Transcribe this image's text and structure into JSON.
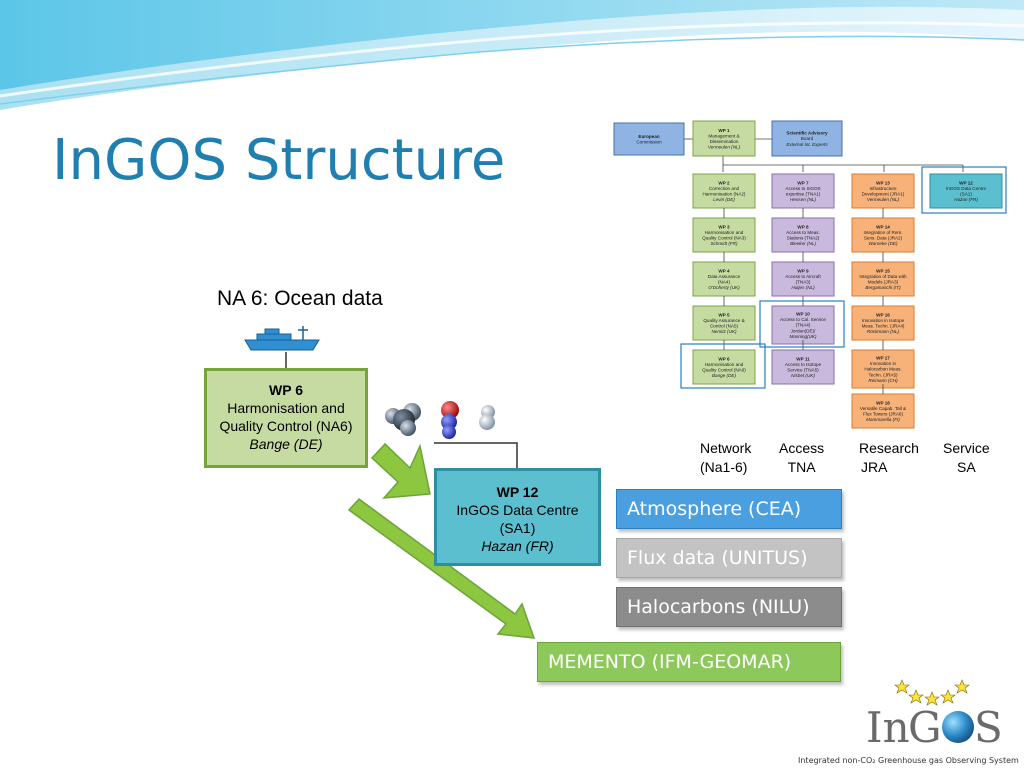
{
  "slide": {
    "title": "InGOS Structure",
    "na_label": "NA 6: Ocean data"
  },
  "wp6": {
    "line1": "WP 6",
    "line2": "Harmonisation and",
    "line3": "Quality Control (NA6)",
    "line4": "Bange (DE)"
  },
  "wp12": {
    "line1": "WP 12",
    "line2": "InGOS Data Centre",
    "line3": "(SA1)",
    "line4": "Hazan (FR)"
  },
  "data_tags": [
    {
      "label": "Atmosphere (CEA)",
      "color": "#4a9fe0"
    },
    {
      "label": "Flux data (UNITUS)",
      "color": "#c3c3c3"
    },
    {
      "label": "Halocarbons (NILU)",
      "color": "#8c8c8c"
    },
    {
      "label": "MEMENTO (IFM-GEOMAR)",
      "color": "#8dc85a"
    }
  ],
  "org_chart": {
    "top": [
      {
        "id": "ec",
        "lines": [
          "European",
          "Commission"
        ]
      },
      {
        "id": "wp1",
        "lines": [
          "WP 1",
          "Management &",
          "Dissemination",
          "Vermeulen (NL)"
        ]
      },
      {
        "id": "sab",
        "lines": [
          "Scientific Advisory",
          "Board",
          "External Int. Experts"
        ]
      }
    ],
    "columns": [
      {
        "header": [
          "Network",
          "(Na1-6)"
        ],
        "color": "#c6dba2",
        "stroke": "#7aa544",
        "boxes": [
          [
            "WP 2",
            "Correction and",
            "Harmonisation (NA2)",
            "Levin (DE)"
          ],
          [
            "WP 3",
            "Harmonisation and",
            "Quality Control (NA3)",
            "Schmidt (FR)"
          ],
          [
            "WP 4",
            "Data Assurance",
            "(NA4)",
            "O'Doherty (UK)"
          ],
          [
            "WP 5",
            "Quality Assurance &",
            "Control (NA5)",
            "Nemitz (UK)"
          ],
          [
            "WP 6",
            "Harmonisation and",
            "Quality Control (NA6)",
            "Bange (DE)"
          ]
        ]
      },
      {
        "header": [
          "Access",
          "TNA"
        ],
        "color": "#c9b9dc",
        "stroke": "#8a6fae",
        "boxes": [
          [
            "WP 7",
            "Access to InGOS",
            "expertise (TNA1)",
            "Hensen (NL)"
          ],
          [
            "WP 8",
            "Access to Meas.",
            "Stations (TNA2)",
            "Bleeker (NL)"
          ],
          [
            "WP 9",
            "Access to Aircraft",
            "(TNA3)",
            "Hutjes (NL)"
          ],
          [
            "WP 10",
            "Access to Cal. Service",
            "(TNA4)",
            "Jordan(DE)/",
            "Manning(UK)"
          ],
          [
            "WP 11",
            "Access to Isotope",
            "Service (TNA5)",
            "Nisbet (UK)"
          ]
        ]
      },
      {
        "header": [
          "Research",
          "JRA"
        ],
        "color": "#f7b27a",
        "stroke": "#e07a28",
        "boxes": [
          [
            "WP 13",
            "Infrastructure",
            "Development (JRA1)",
            "Vermeulen (NL)"
          ],
          [
            "WP 14",
            "Integration of Rem.",
            "Sens. Data (JRA2)",
            "Warneke (DE)"
          ],
          [
            "WP 15",
            "Integration of Data with",
            "Models (JRA3)",
            "Bergamaschi (IT)"
          ],
          [
            "WP 16",
            "Innovation in Isotope",
            "Meas. Techn. (JRA4)",
            "Röckmann (NL)"
          ],
          [
            "WP 17",
            "Innovation in",
            "Halocarbon Meas.",
            "Techn. (JRA5)",
            "Reimann (CH)"
          ],
          [
            "WP 18",
            "Versatile Capab. Tall &",
            "Flux Towers (JRA6)",
            "Mammarella (FI)"
          ]
        ]
      },
      {
        "header": [
          "Service",
          "SA"
        ],
        "color": "#5cbfd0",
        "stroke": "#2e8fa3",
        "boxes": [
          [
            "WP 12",
            "InGOS Data Centre",
            "(SA1)",
            "Hazan (FR)"
          ]
        ]
      }
    ]
  },
  "logo": {
    "name": "InGOS",
    "tagline": "Integrated non-CO₂ Greenhouse gas Observing System"
  },
  "colors": {
    "title": "#1f7fb0",
    "wp6_fill": "#c6dba2",
    "wp12_fill": "#5cbfd0",
    "arrow": "#8dc63f"
  }
}
